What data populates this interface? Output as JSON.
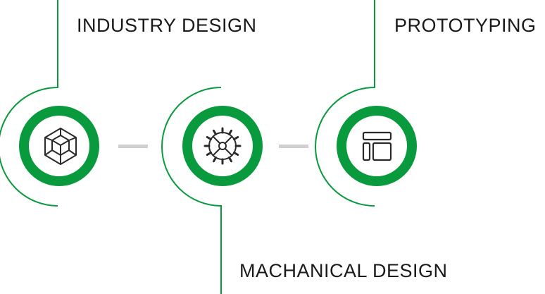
{
  "colors": {
    "accent": "#0a9a3e",
    "connector": "#cfcfcf",
    "icon": "#2a2a2a",
    "text": "#1a1a1a"
  },
  "steps": [
    {
      "label": "INDUSTRY DESIGN",
      "icon": "cube-icon"
    },
    {
      "label": "MACHANICAL DESIGN",
      "icon": "gear-icon"
    },
    {
      "label": "PROTOTYPING",
      "icon": "layout-icon"
    }
  ]
}
